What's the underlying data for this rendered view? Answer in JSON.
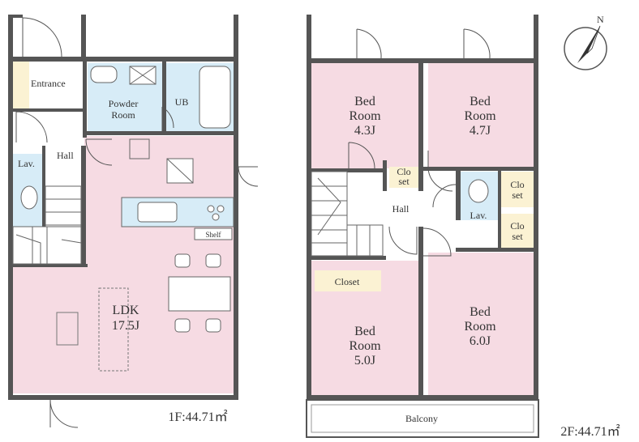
{
  "floor1": {
    "area_label": "1F:44.71㎡",
    "rooms": {
      "entrance": "Entrance",
      "powder_line1": "Powder",
      "powder_line2": "Room",
      "ub": "UB",
      "hall": "Hall",
      "lav": "Lav.",
      "shelf": "Shelf",
      "ldk_line1": "LDK",
      "ldk_line2": "17.5J"
    }
  },
  "floor2": {
    "area_label": "2F:44.71㎡",
    "rooms": {
      "bed1_line1": "Bed",
      "bed1_line2": "Room",
      "bed1_line3": "4.3J",
      "bed2_line1": "Bed",
      "bed2_line2": "Room",
      "bed2_line3": "4.7J",
      "bed3_line1": "Bed",
      "bed3_line2": "Room",
      "bed3_line3": "5.0J",
      "bed4_line1": "Bed",
      "bed4_line2": "Room",
      "bed4_line3": "6.0J",
      "closet1_line1": "Clo",
      "closet1_line2": "set",
      "closet2_line1": "Clo",
      "closet2_line2": "set",
      "closet3_line1": "Clo",
      "closet3_line2": "set",
      "closet_big": "Closet",
      "hall": "Hall",
      "lav": "Lav.",
      "balcony": "Balcony"
    }
  },
  "compass": {
    "label": "N",
    "icon": "north-arrow-icon"
  },
  "colors": {
    "bedroom": "#f6dbe3",
    "wet_area": "#d7ecf7",
    "closet": "#fbf2d3",
    "wall": "#555555"
  }
}
